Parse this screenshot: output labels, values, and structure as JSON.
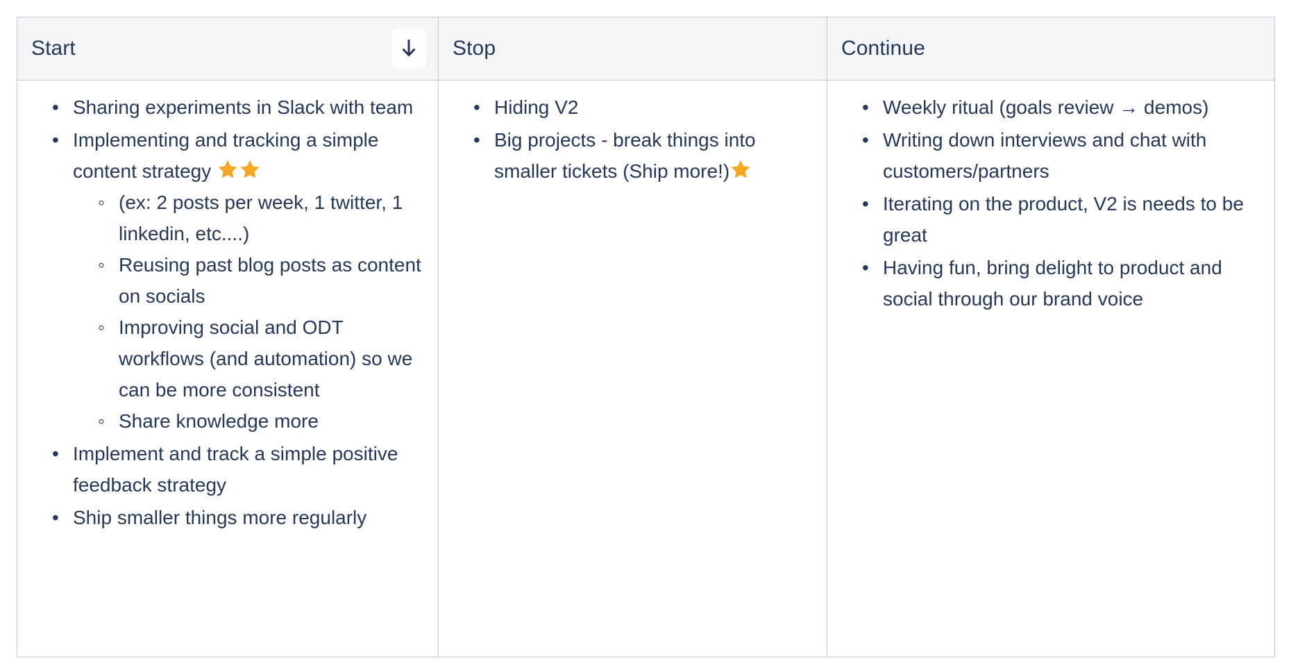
{
  "board": {
    "columns": [
      {
        "id": "start",
        "title": "Start",
        "has_sort_button": true,
        "sort_icon": "arrow-down-icon",
        "items": [
          {
            "text": "Sharing experiments in Slack with team",
            "stars": 0,
            "children": []
          },
          {
            "text": "Implementing and tracking a simple content strategy ",
            "stars": 2,
            "children": [
              {
                "text": "(ex: 2 posts per week, 1 twitter, 1 linkedin, etc....)"
              },
              {
                "text": "Reusing past blog posts as content on socials"
              },
              {
                "text": "Improving social and ODT workflows (and automation) so we can be more consistent"
              },
              {
                "text": "Share knowledge more"
              }
            ]
          },
          {
            "text": "Implement and track a simple positive feedback strategy",
            "stars": 0,
            "children": []
          },
          {
            "text": "Ship smaller things more regularly",
            "stars": 0,
            "children": []
          }
        ]
      },
      {
        "id": "stop",
        "title": "Stop",
        "has_sort_button": false,
        "items": [
          {
            "text": "Hiding V2",
            "stars": 0,
            "children": []
          },
          {
            "text": "Big projects - break things into smaller tickets (Ship more!)",
            "stars": 1,
            "children": []
          }
        ]
      },
      {
        "id": "continue",
        "title": "Continue",
        "has_sort_button": false,
        "items": [
          {
            "text": "Weekly ritual (goals review → demos)",
            "stars": 0,
            "children": []
          },
          {
            "text": "Writing down interviews and chat with customers/partners",
            "stars": 0,
            "children": []
          },
          {
            "text": "Iterating on the product, V2 is needs to be great",
            "stars": 0,
            "children": []
          },
          {
            "text": "Having fun, bring delight to product and social through our brand voice",
            "stars": 0,
            "children": []
          }
        ]
      }
    ]
  },
  "colors": {
    "text": "#253858",
    "header_bg": "#f4f5f7",
    "border": "#c1c7d0",
    "star": "#f5a623",
    "cell_bg": "#ffffff"
  }
}
